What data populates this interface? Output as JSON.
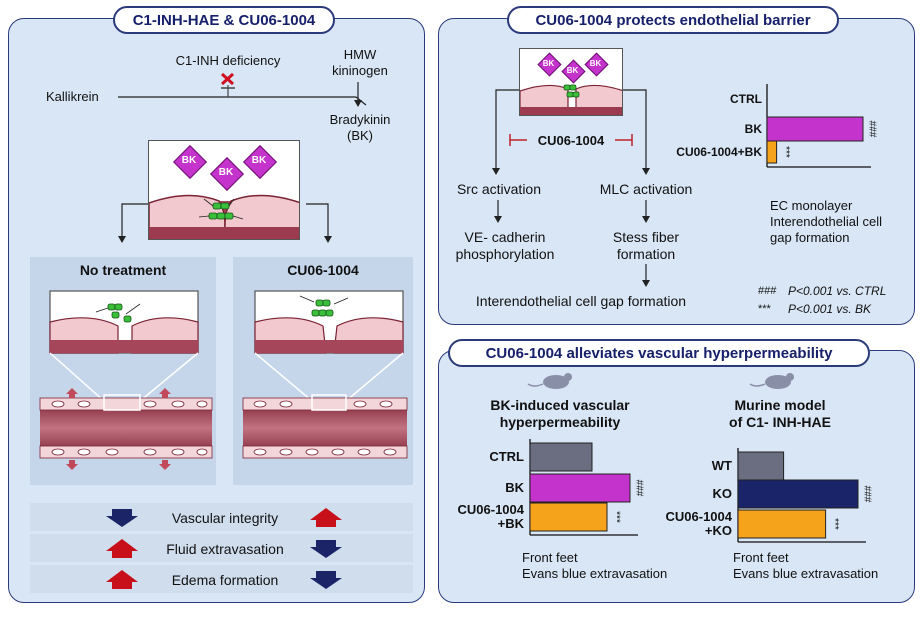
{
  "left": {
    "title": "C1-INH-HAE & CU06-1004",
    "pathway": {
      "c1inh": "C1-INH deficiency",
      "hmw": "HMW\nkininogen",
      "kallikrein": "Kallikrein",
      "bradykinin": "Bradykinin\n(BK)"
    },
    "bk_label": "BK",
    "no_treatment": "No treatment",
    "cu06": "CU06-1004",
    "outcomes": [
      {
        "label": "Vascular integrity",
        "left": "down",
        "right": "up"
      },
      {
        "label": "Fluid extravasation",
        "left": "up",
        "right": "down"
      },
      {
        "label": "Edema formation",
        "left": "up",
        "right": "down"
      }
    ]
  },
  "topright": {
    "title": "CU06-1004 protects endothelial barrier",
    "inhibitor": "CU06-1004",
    "src": "Src activation",
    "mlc": "MLC activation",
    "vecad": "VE- cadherin\nphosphorylation",
    "stress": "Stess fiber\nformation",
    "gap": "Interendothelial cell gap formation",
    "legend1_sym": "###",
    "legend1_txt": "P<0.001 vs. CTRL",
    "legend2_sym": "***",
    "legend2_txt": "P<0.001 vs. BK"
  },
  "bottomright": {
    "title": "CU06-1004 alleviates vascular hyperpermeability",
    "left_heading": "BK-induced vascular\nhyperpermeability",
    "right_heading": "Murine model\nof C1- INH-HAE"
  },
  "colors": {
    "gray": "#6b6d80",
    "magenta": "#c433cc",
    "orange": "#f5a31a",
    "navy": "#1a2468",
    "up_arrow": "#c8101a",
    "down_arrow": "#1a2466"
  },
  "chart_data": [
    {
      "type": "bar",
      "orientation": "horizontal",
      "categories": [
        "CTRL",
        "BK",
        "CU06-1004+BK"
      ],
      "values": [
        0,
        100,
        10
      ],
      "annotations": [
        "",
        "###",
        "***"
      ],
      "xlabel": "EC monolayer\nInterendothelial cell\ngap formation"
    },
    {
      "type": "bar",
      "orientation": "horizontal",
      "categories": [
        "CTRL",
        "BK",
        "CU06-1004\n+BK"
      ],
      "values": [
        62,
        100,
        77
      ],
      "annotations": [
        "",
        "###",
        "***"
      ],
      "title": "BK-induced vascular\nhyperpermeability",
      "xlabel": "Front feet\nEvans blue extravasation"
    },
    {
      "type": "bar",
      "orientation": "horizontal",
      "categories": [
        "WT",
        "KO",
        "CU06-1004\n+KO"
      ],
      "values": [
        38,
        100,
        73
      ],
      "annotations": [
        "",
        "###",
        "***"
      ],
      "title": "Murine model\nof C1- INH-HAE",
      "xlabel": "Front feet\nEvans blue extravasation"
    }
  ]
}
